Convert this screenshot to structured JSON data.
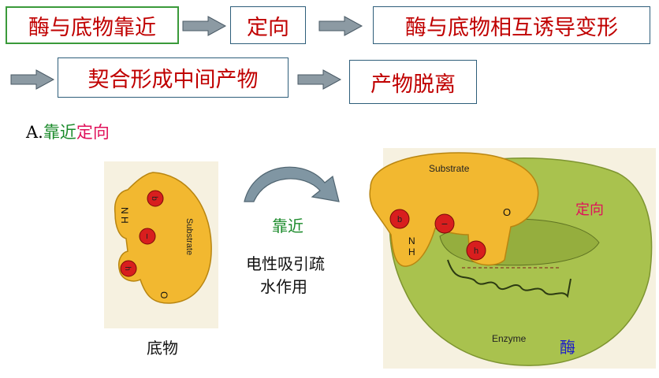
{
  "flow": {
    "step1": "酶与底物靠近",
    "step2": "定向",
    "step3": "酶与底物相互诱导变形",
    "step4": "契合形成中间产物",
    "step5": "产物脱离"
  },
  "section": {
    "prefix": "A.",
    "part1": "靠近",
    "part2": "定向"
  },
  "middle": {
    "label_approach": "靠近",
    "forces_line1": "电性吸引疏",
    "forces_line2": "水作用"
  },
  "left_figure": {
    "caption": "底物",
    "substrate_text": "Substrate",
    "nh_text": "N H",
    "o_text": "O",
    "charge_b": "b",
    "charge_minus": "−",
    "charge_h": "h"
  },
  "right_figure": {
    "substrate_text": "Substrate",
    "enzyme_text": "Enzyme",
    "nh_text": "N H",
    "o_text": "O",
    "label_orient": "定向",
    "label_enzyme": "酶",
    "charge_b": "b",
    "charge_minus": "−",
    "charge_h": "h"
  },
  "colors": {
    "red_text": "#c00000",
    "green_text": "#1a8a2a",
    "magenta": "#e0105a",
    "blue": "#1a1acc",
    "substrate": "#f2b830",
    "enzyme": "#a9c24e",
    "charge": "#d81e1e"
  }
}
